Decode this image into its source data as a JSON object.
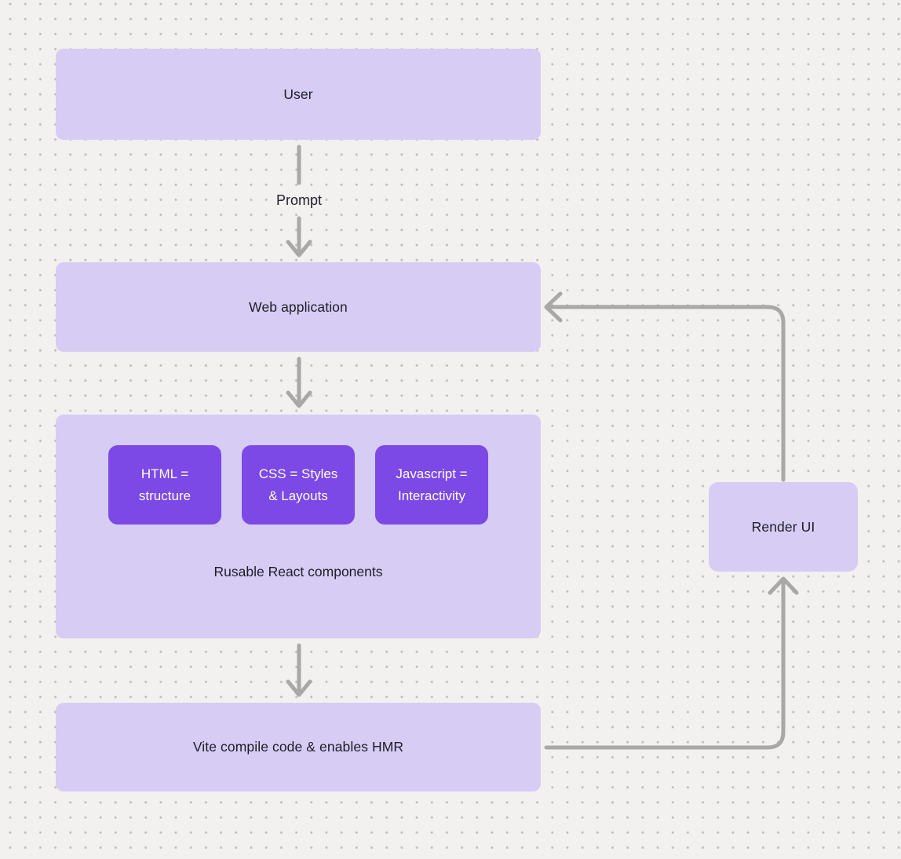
{
  "colors": {
    "background": "#f2f1ef",
    "dot_grid": "#bcbbba",
    "node_fill_light": "#d6ccf4",
    "node_fill_accent": "#7c49e6",
    "connector": "#a9a8a7",
    "text_dark": "#1e1e28",
    "text_light": "#ffffff"
  },
  "nodes": {
    "user": {
      "label": "User"
    },
    "web_application": {
      "label": "Web application"
    },
    "components_group": {
      "caption": "Rusable React components",
      "children": [
        {
          "label": "HTML =\nstructure"
        },
        {
          "label": "CSS = Styles\n& Layouts"
        },
        {
          "label": "Javascript =\nInteractivity"
        }
      ]
    },
    "vite": {
      "label": "Vite compile code & enables HMR"
    },
    "render_ui": {
      "label": "Render UI"
    }
  },
  "edges": {
    "prompt_label": "Prompt"
  }
}
